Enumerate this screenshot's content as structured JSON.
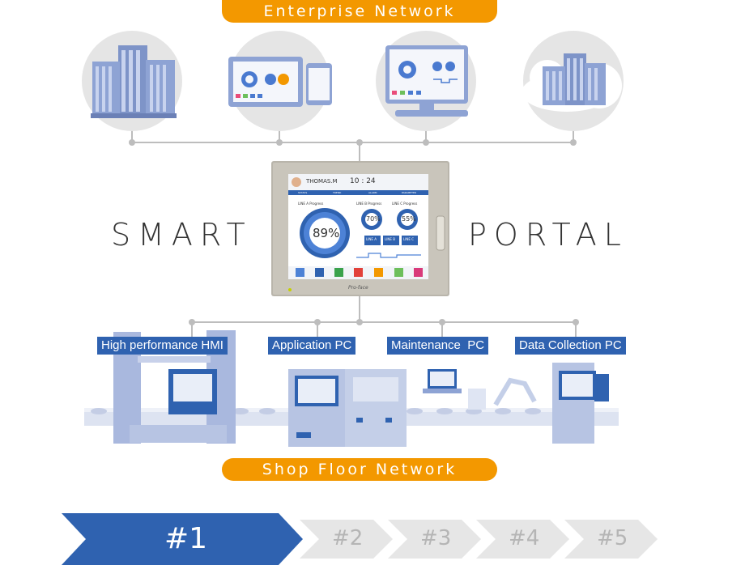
{
  "enterprise_network": "Enterprise Network",
  "shop_floor_network": "Shop Floor Network",
  "smart": "SMART",
  "portal": "PORTAL",
  "hmi_screen": {
    "user": "THOMAS.M",
    "time": "10 : 24",
    "tabs": [
      "STATUS",
      "TREND",
      "ALARM",
      "PARAMETER"
    ],
    "main_gauge": {
      "label": "LINE A Progress",
      "value": "89%"
    },
    "gauge_b": {
      "label": "LINE B Progress",
      "value": "70%"
    },
    "gauge_c": {
      "label": "LINE C Progress",
      "value": "55%"
    },
    "line_buttons": [
      "LINE A",
      "LINE B",
      "LINE C"
    ],
    "brand": "Pro-face"
  },
  "devices": [
    {
      "label": "High performance HMI"
    },
    {
      "label": "Application PC"
    },
    {
      "label": "Maintenance  PC"
    },
    {
      "label": "Data Collection PC"
    }
  ],
  "steps": [
    {
      "label": "#1",
      "active": true
    },
    {
      "label": "#2",
      "active": false
    },
    {
      "label": "#3",
      "active": false
    },
    {
      "label": "#4",
      "active": false
    },
    {
      "label": "#5",
      "active": false
    }
  ],
  "colors": {
    "orange": "#f39800",
    "blue": "#2f62b0",
    "device_blue": "#8fa3d6",
    "grey_circle": "#e5e5e5"
  }
}
